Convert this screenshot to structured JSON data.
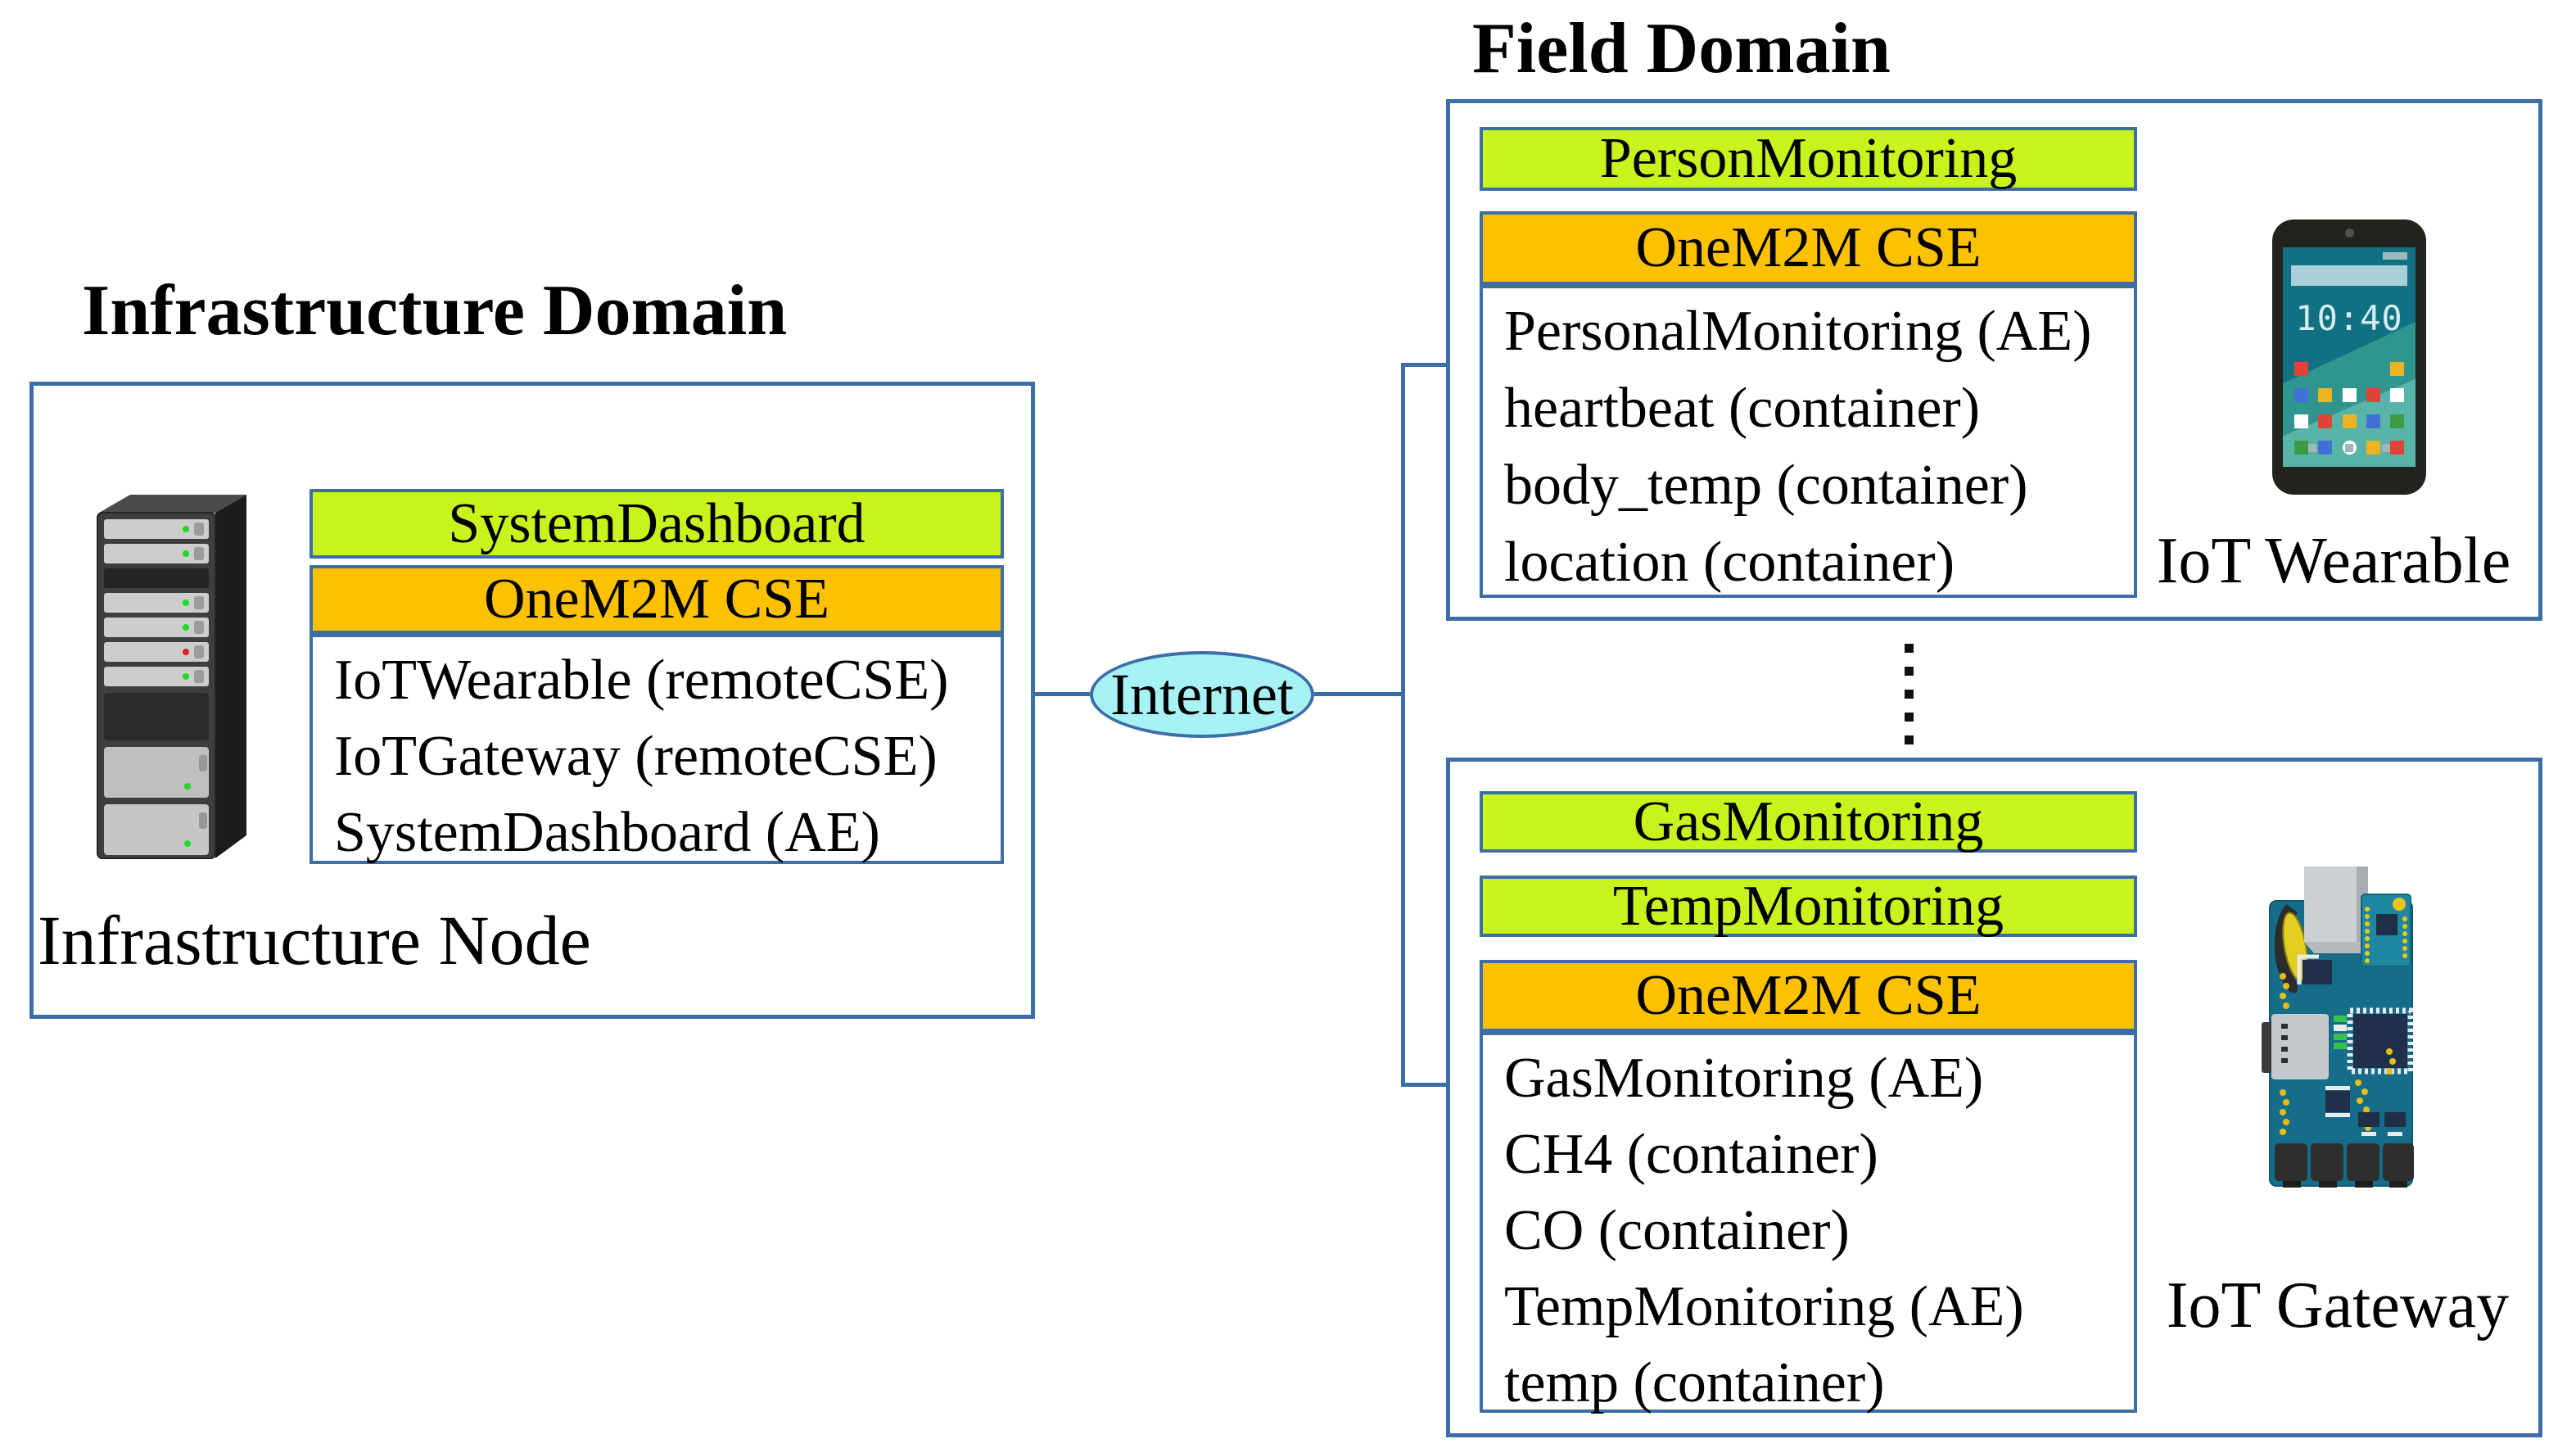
{
  "infrastructure": {
    "title": "Infrastructure Domain",
    "app_band": "SystemDashboard",
    "cse_band": "OneM2M CSE",
    "resources": [
      "IoTWearable (remoteCSE)",
      "IoTGateway (remoteCSE)",
      "SystemDashboard (AE)"
    ],
    "node_label": "Infrastructure Node"
  },
  "internet": {
    "label": "Internet"
  },
  "field": {
    "title": "Field Domain",
    "wearable": {
      "app_band": "PersonMonitoring",
      "cse_band": "OneM2M CSE",
      "resources": [
        "PersonalMonitoring (AE)",
        "heartbeat (container)",
        "body_temp (container)",
        "location (container)"
      ],
      "device_label": "IoT Wearable",
      "phone_clock": "10:40"
    },
    "gateway": {
      "app_band_1": "GasMonitoring",
      "app_band_2": "TempMonitoring",
      "cse_band": "OneM2M CSE",
      "resources": [
        "GasMonitoring (AE)",
        "CH4 (container)",
        "CO (container)",
        "TempMonitoring (AE)",
        "temp (container)"
      ],
      "device_label": "IoT Gateway"
    }
  },
  "colors": {
    "border_blue": "#3d6ea8",
    "app_green": "#c8f31d",
    "cse_orange": "#fcc101",
    "internet_cyan": "#a7f2f4"
  }
}
